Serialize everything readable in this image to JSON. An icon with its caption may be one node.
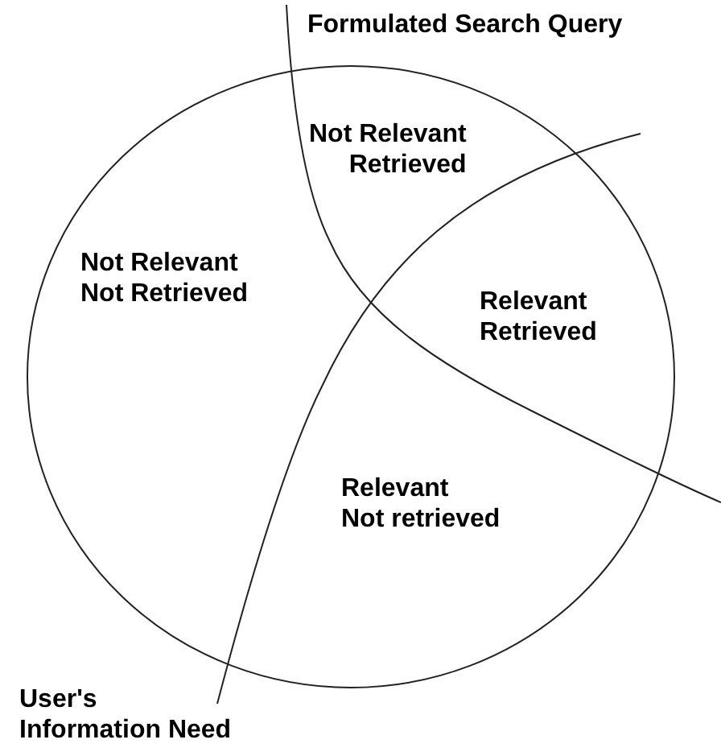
{
  "diagram": {
    "nodes": [
      {
        "text": [
          "Not Relevant Retrieved",
          "Not Relevant Not Retrieved",
          "Relevant Retrieved",
          "Relevant Not retrieved"
        ]
      }
    ],
    "labels": [
      "Formulated Search Query",
      "User's Information Need"
    ]
  }
}
